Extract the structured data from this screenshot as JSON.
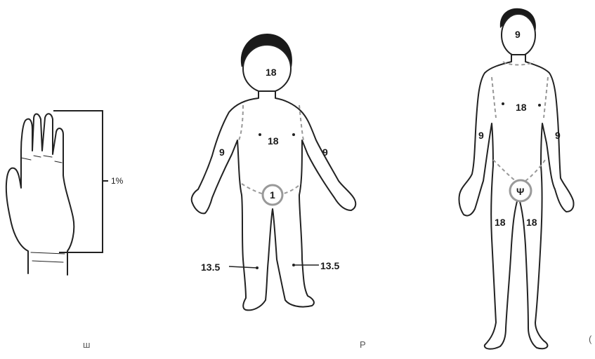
{
  "hand": {
    "label": "1%",
    "panel_letter": "ш"
  },
  "child": {
    "head": "18",
    "trunk": "18",
    "arm_left": "9",
    "arm_right": "9",
    "genital": "1",
    "leg_left": "13.5",
    "leg_right": "13.5",
    "panel_letter": "P"
  },
  "adult": {
    "head": "9",
    "trunk": "18",
    "arm_left": "9",
    "arm_right": "9",
    "genital": "Ψ",
    "leg_left": "18",
    "leg_right": "18",
    "panel_letter": "("
  }
}
